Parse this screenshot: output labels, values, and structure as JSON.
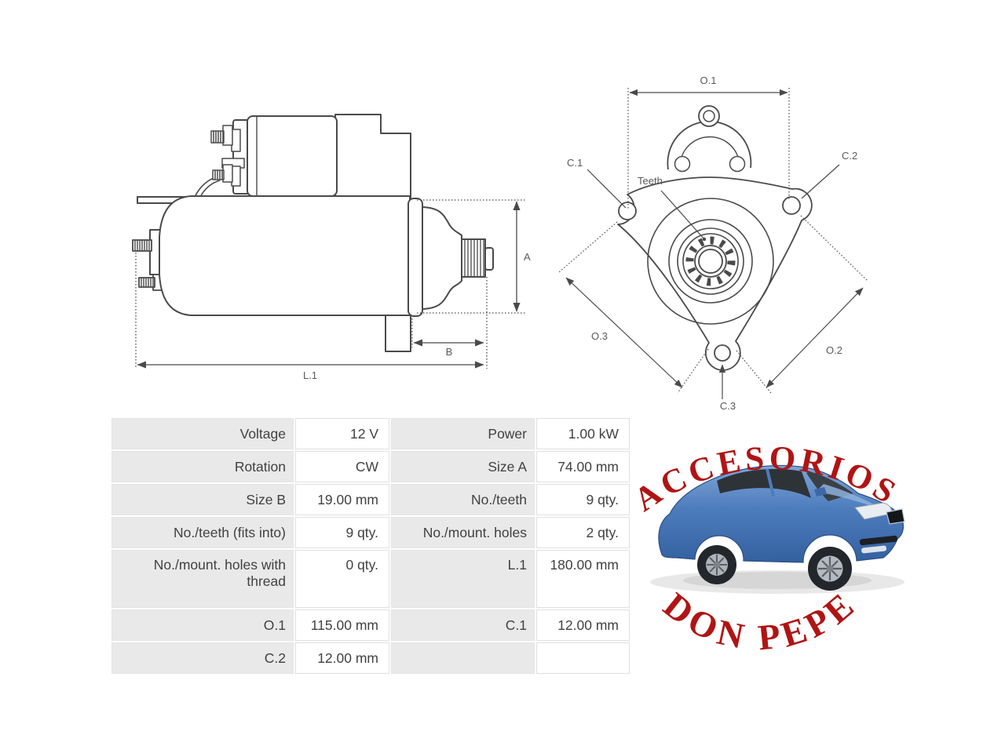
{
  "side_view": {
    "label_a": "A",
    "label_b": "B",
    "label_l1": "L.1"
  },
  "front_view": {
    "label_o1": "O.1",
    "label_c1": "C.1",
    "label_c2": "C.2",
    "label_teeth": "Teeth",
    "label_o3": "O.3",
    "label_o2": "O.2",
    "label_c3": "C.3"
  },
  "specs_table": {
    "rows": [
      {
        "l1": "Voltage",
        "v1": "12 V",
        "l2": "Power",
        "v2": "1.00 kW"
      },
      {
        "l1": "Rotation",
        "v1": "CW",
        "l2": "Size A",
        "v2": "74.00 mm"
      },
      {
        "l1": "Size B",
        "v1": "19.00 mm",
        "l2": "No./teeth",
        "v2": "9 qty."
      },
      {
        "l1": "No./teeth (fits into)",
        "v1": "9 qty.",
        "l2": "No./mount. holes",
        "v2": "2 qty."
      },
      {
        "l1": "No./mount. holes with thread",
        "v1": "0 qty.",
        "l2": "L.1",
        "v2": "180.00 mm"
      },
      {
        "l1": "O.1",
        "v1": "115.00 mm",
        "l2": "C.1",
        "v2": "12.00 mm"
      },
      {
        "l1": "C.2",
        "v1": "12.00 mm",
        "l2": "",
        "v2": ""
      }
    ]
  },
  "logo": {
    "arc_top": "ACCESORIOS",
    "arc_bottom": "DON PEPE",
    "text_color": "#b01414",
    "car_body_color": "#4d7cbd",
    "line_art_color": "#4a4a4a"
  }
}
